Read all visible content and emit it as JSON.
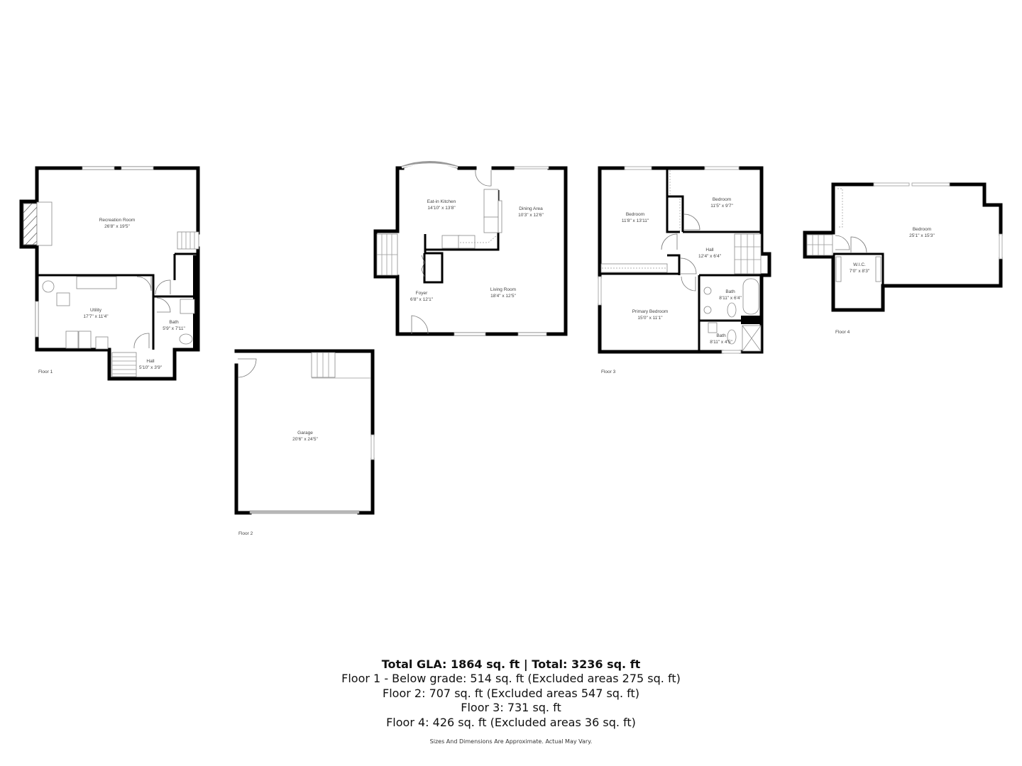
{
  "floors": [
    {
      "label": "Floor 1",
      "rooms": [
        {
          "name": "Recreation Room",
          "dims": "26'8\" x 19'5\""
        },
        {
          "name": "Utility",
          "dims": "17'7\" x 11'4\""
        },
        {
          "name": "Bath",
          "dims": "5'9\" x 7'11\""
        },
        {
          "name": "Hall",
          "dims": "5'10\" x 3'9\""
        }
      ]
    },
    {
      "label": "Floor 2",
      "rooms": [
        {
          "name": "Eat-in Kitchen",
          "dims": "14'10\" x 13'8\""
        },
        {
          "name": "Dining Area",
          "dims": "10'3\" x 12'6\""
        },
        {
          "name": "Foyer",
          "dims": "6'8\" x 12'1\""
        },
        {
          "name": "Living Room",
          "dims": "18'4\" x 12'5\""
        },
        {
          "name": "Garage",
          "dims": "20'6\" x 24'5\""
        }
      ]
    },
    {
      "label": "Floor 3",
      "rooms": [
        {
          "name": "Bedroom",
          "dims": "11'8\" x 13'11\""
        },
        {
          "name": "Bedroom",
          "dims": "11'5\" x 9'7\""
        },
        {
          "name": "Hall",
          "dims": "12'4\" x 6'4\""
        },
        {
          "name": "Bath",
          "dims": "8'11\" x 6'4\""
        },
        {
          "name": "Primary Bedroom",
          "dims": "15'0\" x 11'1\""
        },
        {
          "name": "Bath",
          "dims": "8'11\" x 4'5\""
        }
      ]
    },
    {
      "label": "Floor 4",
      "rooms": [
        {
          "name": "Bedroom",
          "dims": "25'1\" x 15'3\""
        },
        {
          "name": "W.I.C.",
          "dims": "7'0\" x 8'3\""
        }
      ]
    }
  ],
  "summary": {
    "total": "Total GLA: 1864 sq. ft | Total: 3236 sq. ft",
    "lines": [
      "Floor 1 - Below grade: 514 sq. ft (Excluded areas 275 sq. ft)",
      "Floor 2: 707 sq. ft (Excluded areas 547 sq. ft)",
      "Floor 3: 731 sq. ft",
      "Floor 4: 426 sq. ft (Excluded areas 36 sq. ft)"
    ],
    "disclaimer": "Sizes And Dimensions Are Approximate. Actual May Vary."
  }
}
